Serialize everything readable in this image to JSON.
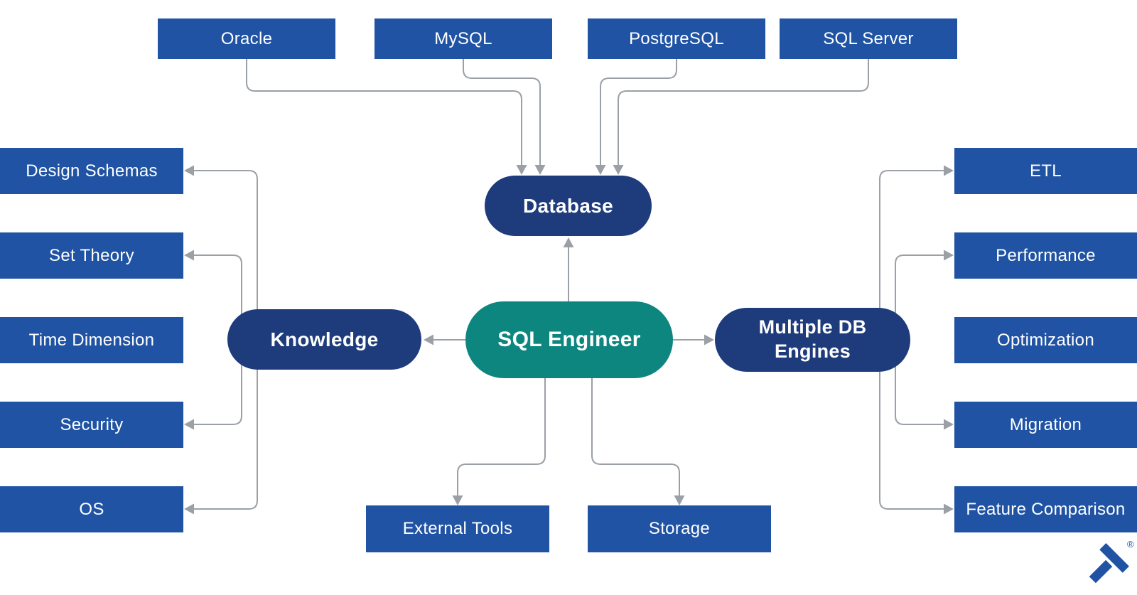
{
  "nodes": {
    "center": "SQL Engineer",
    "database": "Database",
    "knowledge": "Knowledge",
    "multiple_db_engines": "Multiple DB Engines",
    "db_engines": [
      "Oracle",
      "MySQL",
      "PostgreSQL",
      "SQL Server"
    ],
    "knowledge_skills": [
      "Design Schemas",
      "Set Theory",
      "Time Dimension",
      "Security",
      "OS"
    ],
    "engine_skills": [
      "ETL",
      "Performance",
      "Optimization",
      "Migration",
      "Feature Comparison"
    ],
    "resources": [
      "External Tools",
      "Storage"
    ]
  },
  "branding": {
    "registered_mark": "®"
  },
  "colors": {
    "node_blue": "#2053a3",
    "hub_navy": "#1e3b7c",
    "center_teal": "#0e8680",
    "connector_gray": "#9aa0a5",
    "logo_blue": "#2053a3",
    "text_white": "#ffffff"
  }
}
